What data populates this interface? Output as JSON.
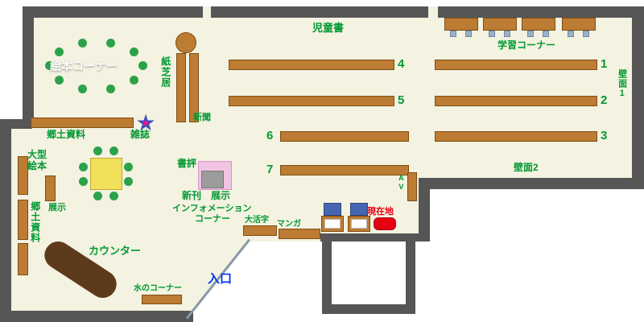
{
  "colors": {
    "floor": "#f4f2e0",
    "wall": "#565656",
    "shelf": "#bd7c33",
    "shelf_border": "#7c4e14",
    "green": "#009933",
    "blue": "#0033ee",
    "red": "#e60012",
    "table_yellow": "#f0e05a",
    "dot": "#2ba24a",
    "counter": "#5e3a1c",
    "pink": "#f2c4e4",
    "display_gray": "#9c9c9c",
    "machine": "#4566b2",
    "chair": "#9ab2c6",
    "star_blue": "#3a4ec0",
    "star_pink": "#ee1588",
    "door_line": "#8899aa",
    "white_label": "#ffffff"
  },
  "labels": {
    "children_books": "児童書",
    "study_corner": "学習コーナー",
    "wall_1": "壁面1",
    "wall_2": "壁面2",
    "picture_book_corner": "絵本コーナー",
    "kamishibai": "紙芝居",
    "newspaper": "新聞",
    "magazine": "雑誌",
    "local_materials": "郷土資料",
    "large_books_1": "大型",
    "large_books_2": "絵本",
    "exhibit": "展示",
    "local_materials_side": "郷土資料",
    "book_review": "書評",
    "new_arrivals": "新刊",
    "exhibit_2": "展示",
    "information_1": "インフォメーション",
    "information_2": "コーナー",
    "large_print": "大活字",
    "manga": "マンガ",
    "current_location": "現在地",
    "counter": "カウンター",
    "water_corner": "水のコーナー",
    "entrance": "入口",
    "av": "AV"
  },
  "shelf_numbers": {
    "n1": "1",
    "n2": "2",
    "n3": "3",
    "n4": "4",
    "n5": "5",
    "n6": "6",
    "n7": "7"
  },
  "icons": {
    "magazine_star": "★"
  }
}
